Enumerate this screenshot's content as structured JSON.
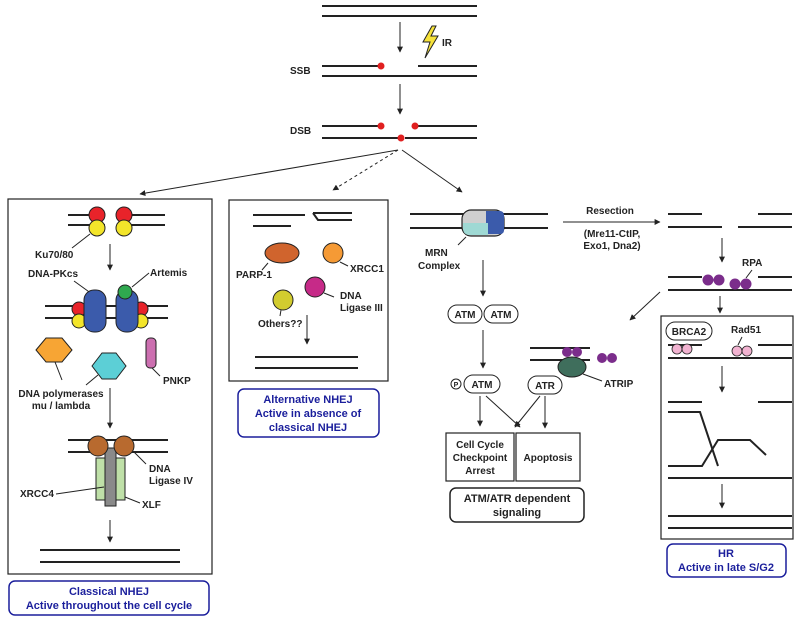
{
  "top": {
    "ir": "IR",
    "ssb": "SSB",
    "dsb": "DSB"
  },
  "classical": {
    "ku": "Ku70/80",
    "dnapkcs": "DNA-PKcs",
    "artemis": "Artemis",
    "pnkp": "PNKP",
    "polymerases_1": "DNA polymerases",
    "polymerases_2": "mu / lambda",
    "ligase_1": "DNA",
    "ligase_2": "Ligase IV",
    "xrcc4": "XRCC4",
    "xlf": "XLF",
    "caption_1": "Classical NHEJ",
    "caption_2": "Active throughout the cell cycle"
  },
  "alternative": {
    "parp": "PARP-1",
    "xrcc1": "XRCC1",
    "others": "Others??",
    "ligase_1": "DNA",
    "ligase_2": "Ligase III",
    "caption_1": "Alternative NHEJ",
    "caption_2": "Active in absence of",
    "caption_3": "classical NHEJ"
  },
  "signaling": {
    "mrn_1": "MRN",
    "mrn_2": "Complex",
    "atm_left": "ATM",
    "atm_right": "ATM",
    "p_atm": "ATM",
    "phospho": "P",
    "atr": "ATR",
    "atrip": "ATRIP",
    "checkpoint_1": "Cell Cycle",
    "checkpoint_2": "Checkpoint",
    "checkpoint_3": "Arrest",
    "apoptosis": "Apoptosis",
    "caption_1": "ATM/ATR dependent",
    "caption_2": "signaling"
  },
  "hr": {
    "resection": "Resection",
    "nucleases_1": "(Mre11-CtIP,",
    "nucleases_2": "Exo1, Dna2)",
    "rpa": "RPA",
    "brca2": "BRCA2",
    "rad51": "Rad51",
    "caption_1": "HR",
    "caption_2": "Active in late S/G2"
  },
  "colors": {
    "dsb_end": "#e02020",
    "ku_red": "#e8232a",
    "ku_yellow": "#f3e52a",
    "dnapkcs": "#3b5bab",
    "artemis": "#2fa84f",
    "polymerase": "#f7a534",
    "pnkp": "#cc6fb0",
    "hex_cyan": "#5ccfd6",
    "ligase_brown": "#b86a2f",
    "xrcc4": "#8a8a8a",
    "xlf": "#bfe0a8",
    "parp": "#d0642d",
    "xrcc1": "#f59a35",
    "ligase3": "#c62a88",
    "others": "#d2cc2f",
    "rpa": "#7b2d8b",
    "rad51": "#f2b3d1",
    "atrip": "#3f6e5c",
    "caption_blue": "#1b1f9c"
  }
}
